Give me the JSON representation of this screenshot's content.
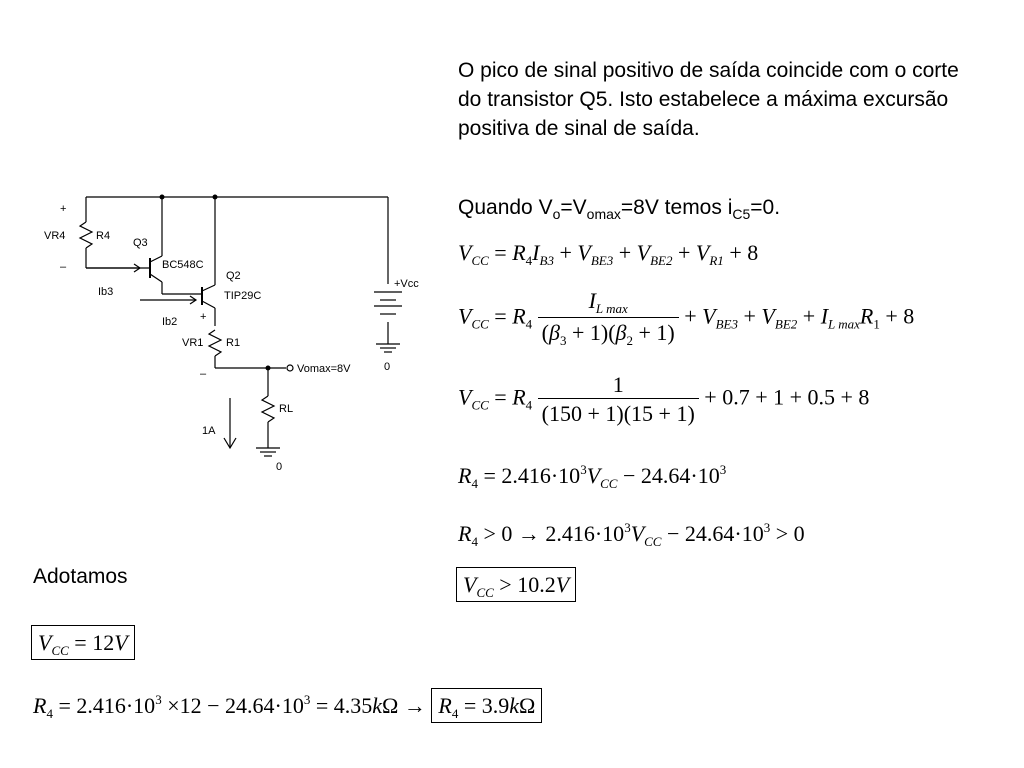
{
  "text": {
    "intro": "O pico de sinal positivo de saída coincide com o corte do transistor Q5. Isto estabelece a máxima excursão positiva de sinal de saída.",
    "quando_prefix": "Quando V",
    "quando_o": "o",
    "quando_eq": "=V",
    "quando_omax": "omax",
    "quando_mid": "=8V temos i",
    "quando_c5": "C5",
    "quando_end": "=0.",
    "adotamos": "Adotamos"
  },
  "circuit": {
    "vr4": "VR4",
    "r4": "R4",
    "q3": "Q3",
    "bc548c": "BC548C",
    "q2": "Q2",
    "tip29c": "TIP29C",
    "ib3": "Ib3",
    "ib2": "Ib2",
    "vr1": "VR1",
    "r1": "R1",
    "vomax": "Vomax=8V",
    "rl": "RL",
    "one_a": "1A",
    "vcc": "+Vcc",
    "zero1": "0",
    "zero2": "0",
    "plus": "+",
    "minus": "–"
  },
  "eq": {
    "e1": [
      "V",
      "CC",
      " = ",
      "R",
      "4",
      "I",
      "B3",
      " + ",
      "V",
      "BE3",
      " + ",
      "V",
      "BE2",
      " + ",
      "V",
      "R1",
      " + 8"
    ],
    "e2_lhs": "V",
    "e2_sub": "CC",
    "e2_mid": " = R",
    "e2_num": "I",
    "e2_num_sub": "L max",
    "e2_den": "(β₃ + 1)(β₂ + 1)",
    "e2_rest": " + V",
    "e3_num": "1",
    "e3_den": "(150 + 1)(15 + 1)",
    "e3_rest": " + 0.7 + 1 + 0.5 + 8",
    "e4": "= 2.416·10",
    "e4_tail": " − 24.64·10",
    "e5_a": " > 0 → 2.416·10",
    "e5_b": " − 24.64·10",
    "e5_c": " > 0",
    "e6": " > 10.2V",
    "e7": " = 12V",
    "e8_a": " = 2.416·10",
    "e8_b": " ×12 − 24.64·10",
    "e8_c": " = 4.35kΩ → ",
    "e8_d": " = 3.9kΩ"
  }
}
